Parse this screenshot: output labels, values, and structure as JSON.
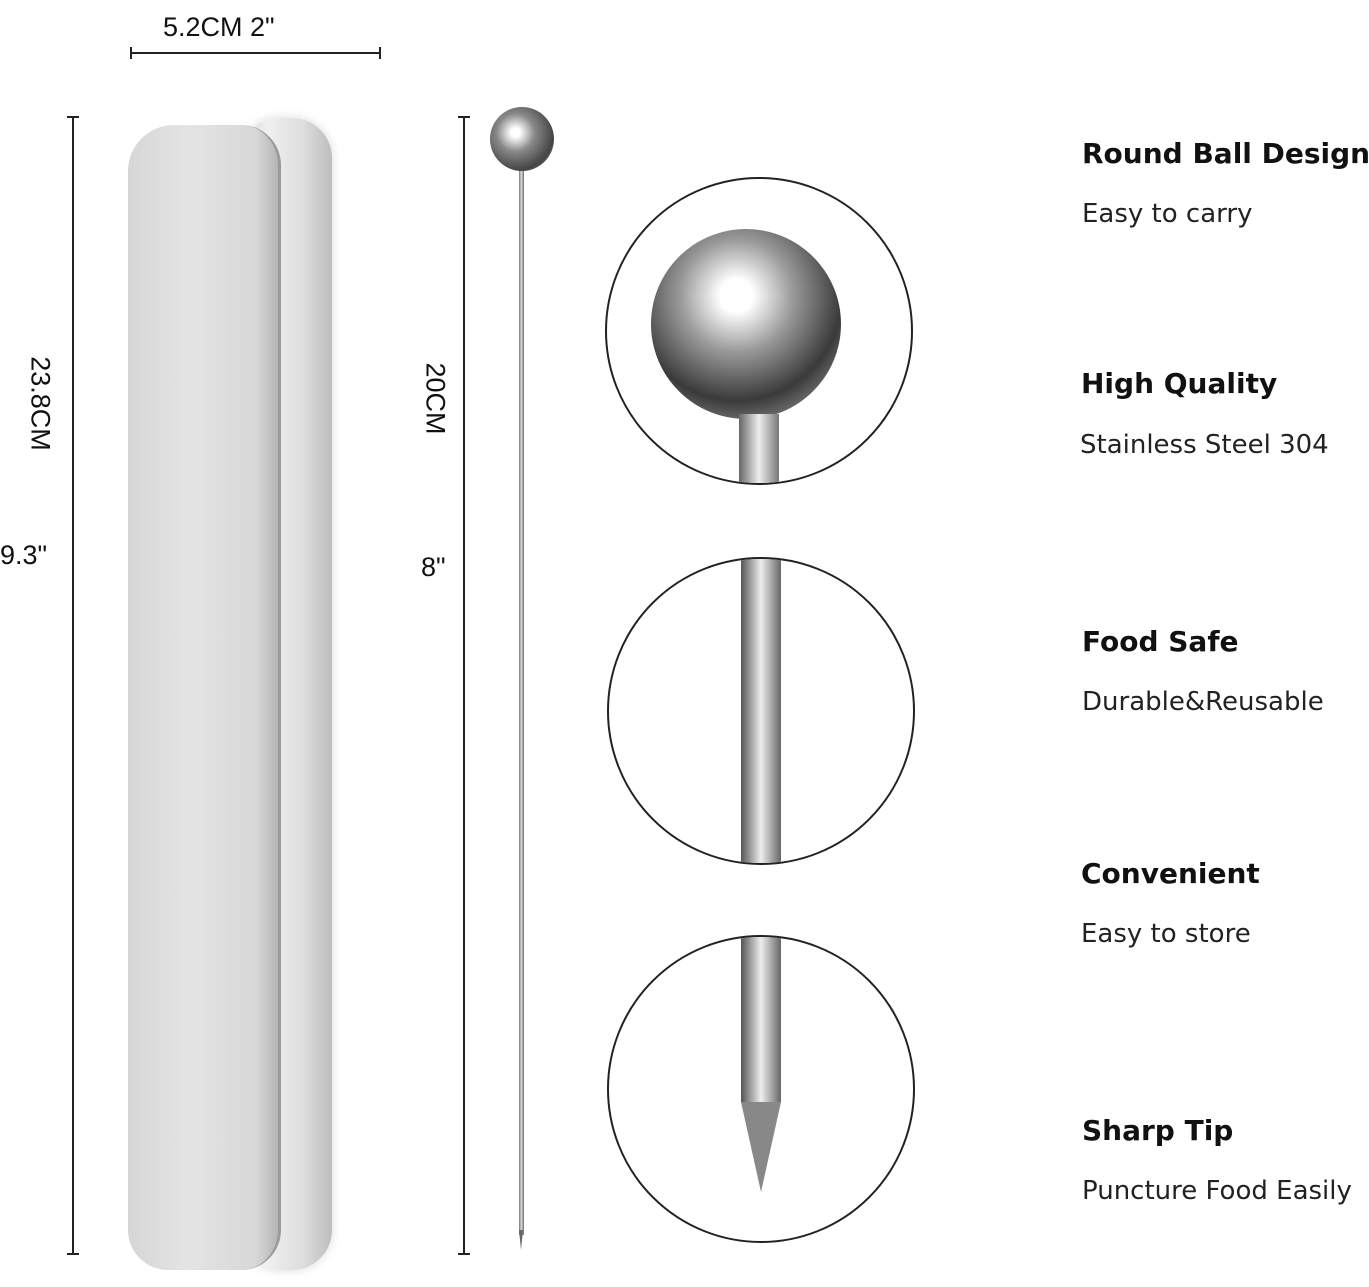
{
  "dimensions": {
    "tin_width": "5.2CM   2\"",
    "tin_length_cm": "23.8CM",
    "tin_length_in": "9.3\"",
    "pick_length_cm": "20CM",
    "pick_length_in": "8\""
  },
  "features": [
    {
      "title": "Round Ball Design",
      "desc": "Easy to carry"
    },
    {
      "title": "High Quality",
      "desc": "Stainless Steel 304"
    },
    {
      "title": "Food Safe",
      "desc": "Durable&Reusable"
    },
    {
      "title": "Convenient",
      "desc": "Easy to store"
    },
    {
      "title": "Sharp Tip",
      "desc": "Puncture Food Easily"
    }
  ]
}
